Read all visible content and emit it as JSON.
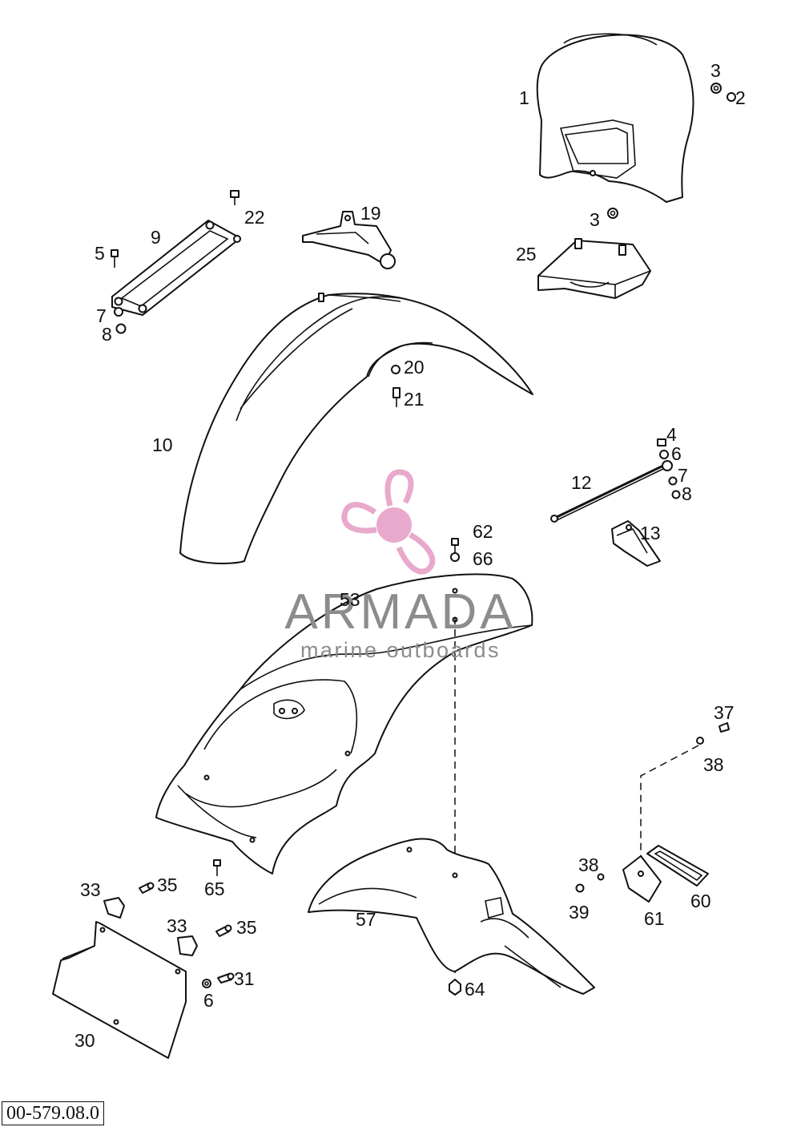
{
  "diagram": {
    "drawing_code": "00-579.08.0",
    "callouts": [
      "1",
      "2",
      "3",
      "3",
      "4",
      "5",
      "6",
      "6",
      "7",
      "7",
      "8",
      "8",
      "9",
      "10",
      "12",
      "13",
      "19",
      "20",
      "21",
      "22",
      "25",
      "30",
      "31",
      "33",
      "33",
      "35",
      "35",
      "37",
      "38",
      "38",
      "39",
      "53",
      "57",
      "60",
      "61",
      "62",
      "64",
      "65",
      "66"
    ]
  },
  "watermark": {
    "title": "ARMADA",
    "subtitle": "marine outboards",
    "colors": {
      "logo": "#e8a9cc",
      "text": "#8c8c8c"
    }
  }
}
